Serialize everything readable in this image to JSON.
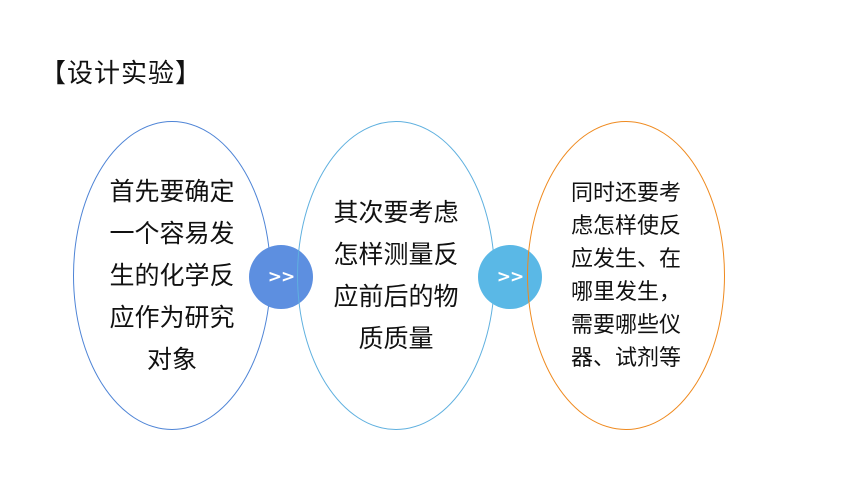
{
  "title": "【设计实验】",
  "steps": [
    {
      "text": "首先要确定一个容易发生的化学反应作为研究对象"
    },
    {
      "text": "其次要考虑怎样测量反应前后的物质质量"
    },
    {
      "text": "同时还要考虑怎样使反应发生、在哪里发生，需要哪些仪器、试剂等"
    }
  ],
  "arrows": [
    {
      "label": ">>"
    },
    {
      "label": ">>"
    }
  ],
  "colors": {
    "ellipse_1": "#4e84d6",
    "ellipse_2": "#5fb0df",
    "ellipse_3": "#ef8a1f",
    "arrow_1": "#5d8fe0",
    "arrow_2": "#5ab8e6"
  }
}
